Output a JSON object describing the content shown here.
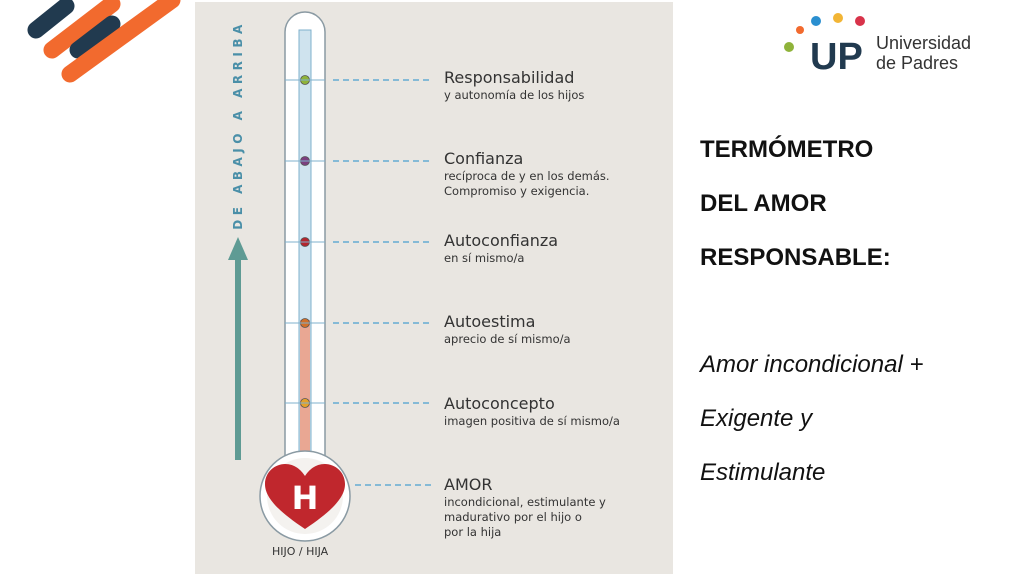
{
  "slide": {
    "vertical_label": "DE ABAJO A ARRIBA",
    "base_label": "HIJO / HIJA",
    "heart_letter": "H",
    "steps": [
      {
        "title": "Responsabilidad",
        "desc": "y autonomía de los hijos"
      },
      {
        "title": "Confianza",
        "desc": "recíproca de y en los demás.\nCompromiso y exigencia."
      },
      {
        "title": "Autoconfianza",
        "desc": "en sí mismo/a"
      },
      {
        "title": "Autoestima",
        "desc": "aprecio de sí mismo/a"
      },
      {
        "title": "Autoconcepto",
        "desc": "imagen positiva de sí mismo/a"
      },
      {
        "title": "AMOR",
        "desc": "incondicional, estimulante y\nmadurativo por el hijo o\npor la hija"
      }
    ],
    "title_lines": [
      "TERMÓMETRO",
      "DEL AMOR",
      "RESPONSABLE:"
    ],
    "body_lines": [
      "Amor incondicional +",
      "Exigente y",
      "Estimulante"
    ],
    "logo": {
      "mark": "UP",
      "line1": "Universidad",
      "line2": "de Padres"
    }
  },
  "colors": {
    "accent_orange": "#f26a2e",
    "accent_navy": "#213a4f",
    "mercury": "#e9a793",
    "heart": "#c0272d",
    "teal_arrow": "#5f9b94",
    "dash_blue": "#4a9fd0",
    "marker_colors": [
      "#8fb33a",
      "#7b3f7e",
      "#b3262e",
      "#d1702a",
      "#e4a12a"
    ]
  }
}
